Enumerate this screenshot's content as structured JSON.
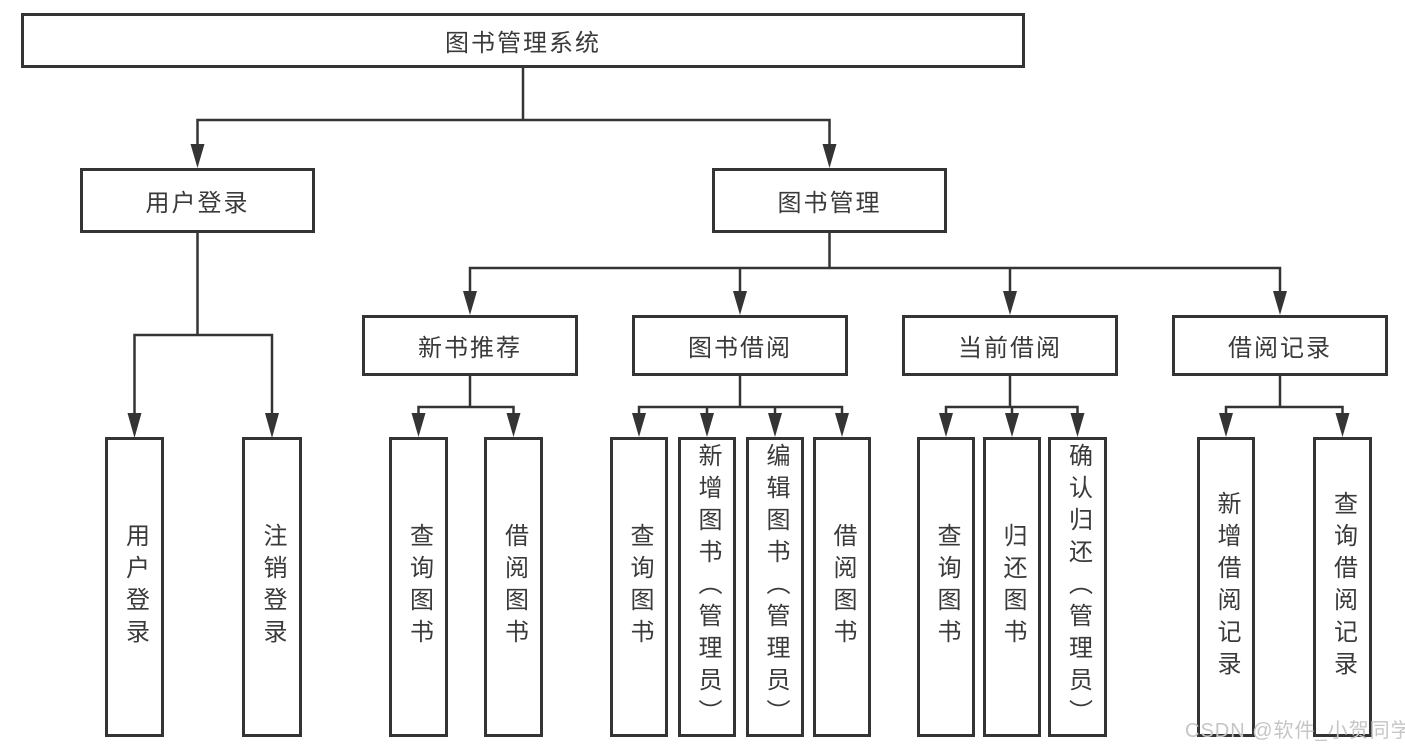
{
  "diagram_type": "hierarchy-tree",
  "nodes": {
    "root": "图书管理系统",
    "user_login": "用户登录",
    "book_mgmt": "图书管理",
    "new_books": "新书推荐",
    "book_borrow": "图书借阅",
    "current_borrow": "当前借阅",
    "borrow_records": "借阅记录",
    "user_login_children": [
      "用户登录",
      "注销登录"
    ],
    "new_books_children": [
      "查询图书",
      "借阅图书"
    ],
    "book_borrow_children": [
      "查询图书",
      "新增图书（管理员）",
      "编辑图书（管理员）",
      "借阅图书"
    ],
    "current_borrow_children": [
      "查询图书",
      "归还图书",
      "确认归还（管理员）"
    ],
    "borrow_records_children": [
      "新增借阅记录",
      "查询借阅记录"
    ]
  },
  "watermark": "CSDN @软件_小贺同学",
  "colors": {
    "line": "#343434",
    "text": "#3a3a3a",
    "background": "#ffffff",
    "watermark": "#c6c6c6"
  }
}
